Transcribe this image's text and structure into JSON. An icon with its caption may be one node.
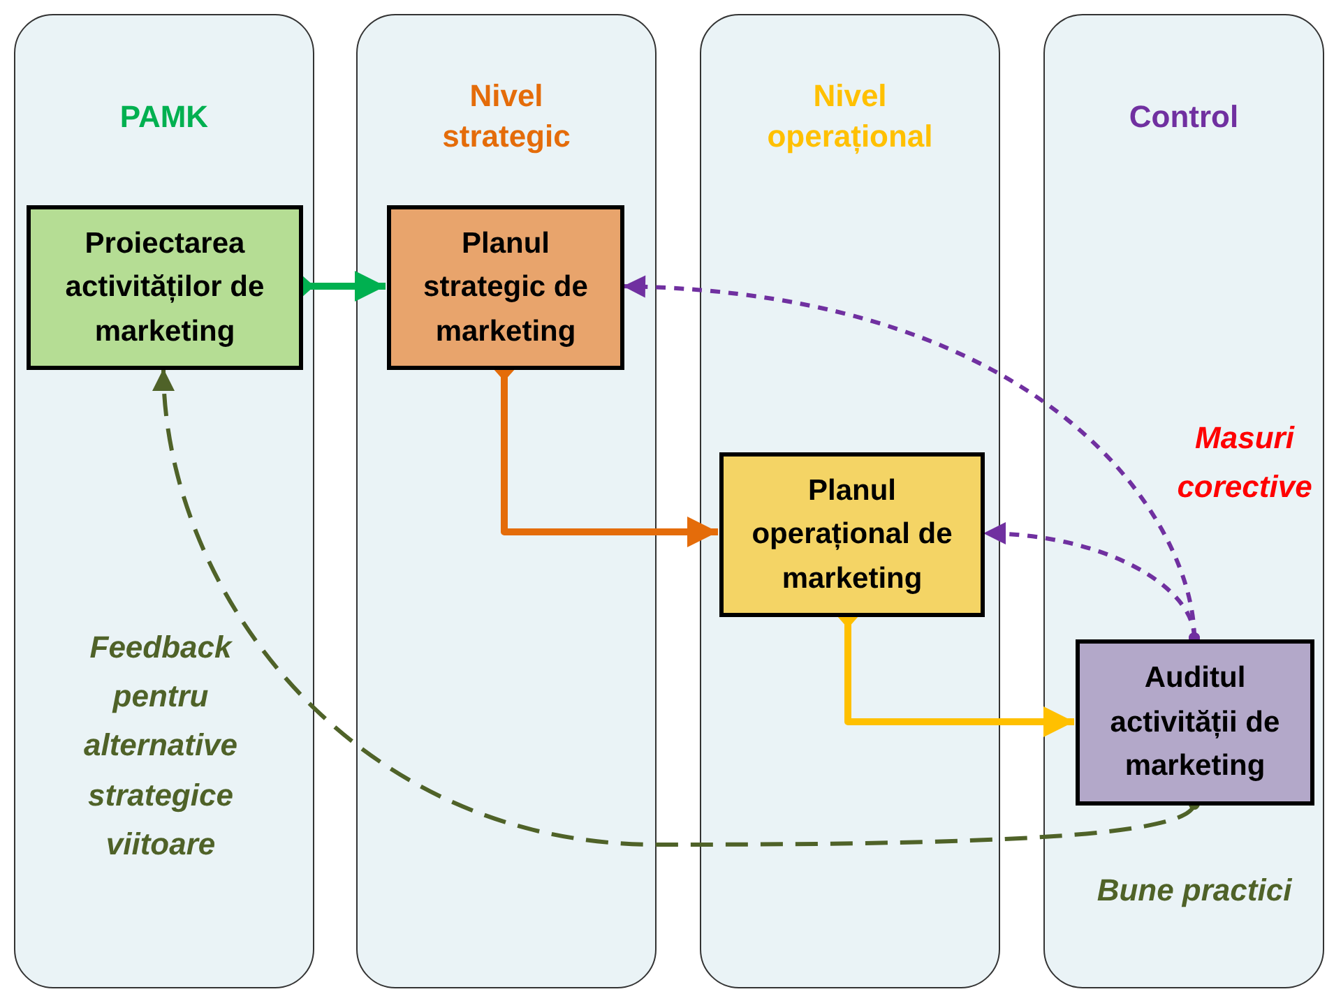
{
  "diagram": {
    "nodes": [
      {
        "text": [
          "PAMK"
        ]
      },
      {
        "text": [
          "Nivel strategic"
        ]
      },
      {
        "text": [
          "Nivel operațional"
        ]
      },
      {
        "text": [
          "Control"
        ]
      },
      {
        "text": [
          "Proiectarea activităților de marketing"
        ],
        "in": 0
      },
      {
        "text": [
          "Planul strategic de marketing"
        ],
        "in": 1
      },
      {
        "text": [
          "Planul operațional de marketing"
        ],
        "in": 2
      },
      {
        "text": [
          "Auditul activității de marketing"
        ],
        "in": 3
      }
    ],
    "edges": [
      {
        "from": 4,
        "to": 5,
        "arrow": "to",
        "color": "#00b050"
      },
      {
        "from": 5,
        "to": 6,
        "arrow": "to",
        "color": "#e46c0a"
      },
      {
        "from": 6,
        "to": 7,
        "arrow": "to",
        "color": "#ffc000"
      },
      {
        "from": 7,
        "to": 5,
        "arrow": "to",
        "style": "dashed",
        "color": "#7030a0"
      },
      {
        "from": 7,
        "to": 6,
        "arrow": "to",
        "style": "dashed",
        "color": "#7030a0"
      },
      {
        "from": 7,
        "to": 4,
        "arrow": "to",
        "style": "dashed",
        "color": "#4f6228"
      }
    ],
    "labels": [
      "Masuri corective",
      "Feedback pentru alternative strategice viitoare",
      "Bune practici"
    ]
  }
}
